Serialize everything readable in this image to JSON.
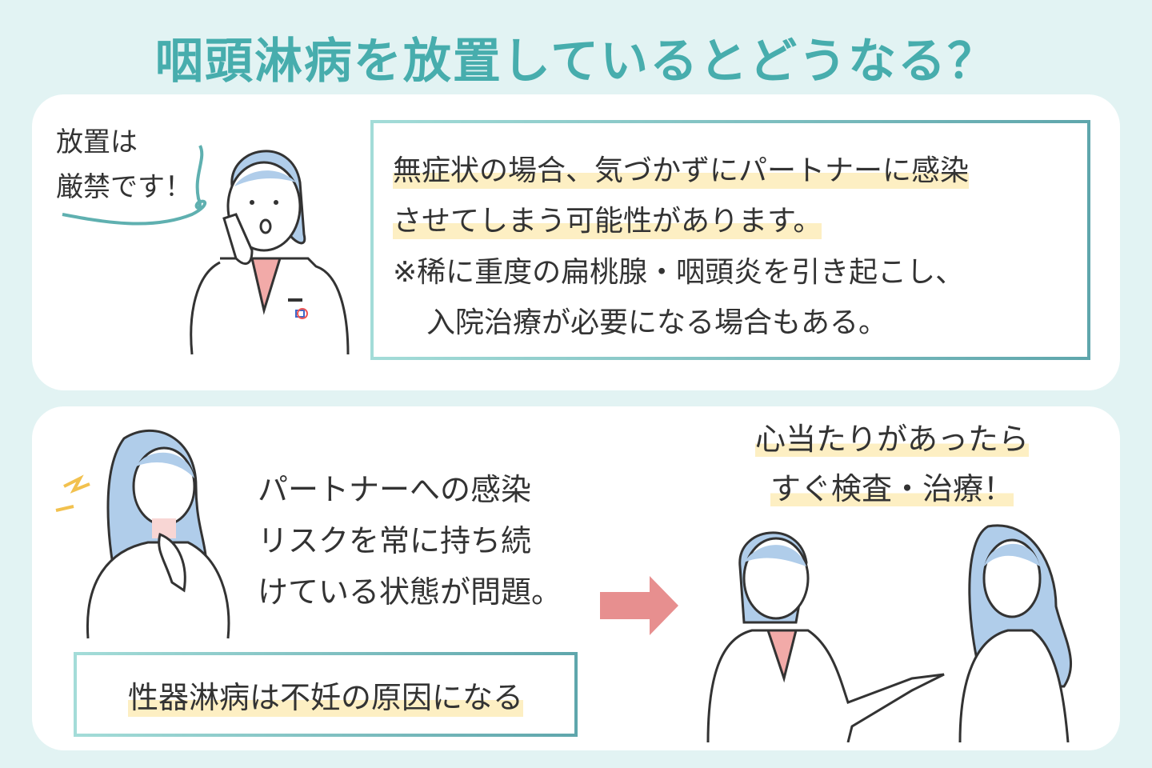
{
  "title": "咽頭淋病を放置しているとどうなる？",
  "section1": {
    "speech_line1": "放置は",
    "speech_line2": "厳禁です！",
    "box_lines": [
      "無症状の場合、気づかずにパートナーに感染",
      "させてしまう可能性があります。",
      "※稀に重度の扁桃腺・咽頭炎を引き起こし、",
      "入院治療が必要になる場合もある。"
    ]
  },
  "section2": {
    "problem_lines": [
      "パートナーへの感染",
      "リスクを常に持ち続",
      "けている状態が問題。"
    ],
    "infertility_note": "性器淋病は不妊の原因になる",
    "advice_line1": "心当たりがあったら",
    "advice_line2": "すぐ検査・治療！"
  },
  "colors": {
    "accent": "#47adad",
    "highlight": "#fdefc3",
    "arrow": "#e78f8f",
    "hair": "#b0cdea",
    "shirt": "#f2aaa8"
  }
}
